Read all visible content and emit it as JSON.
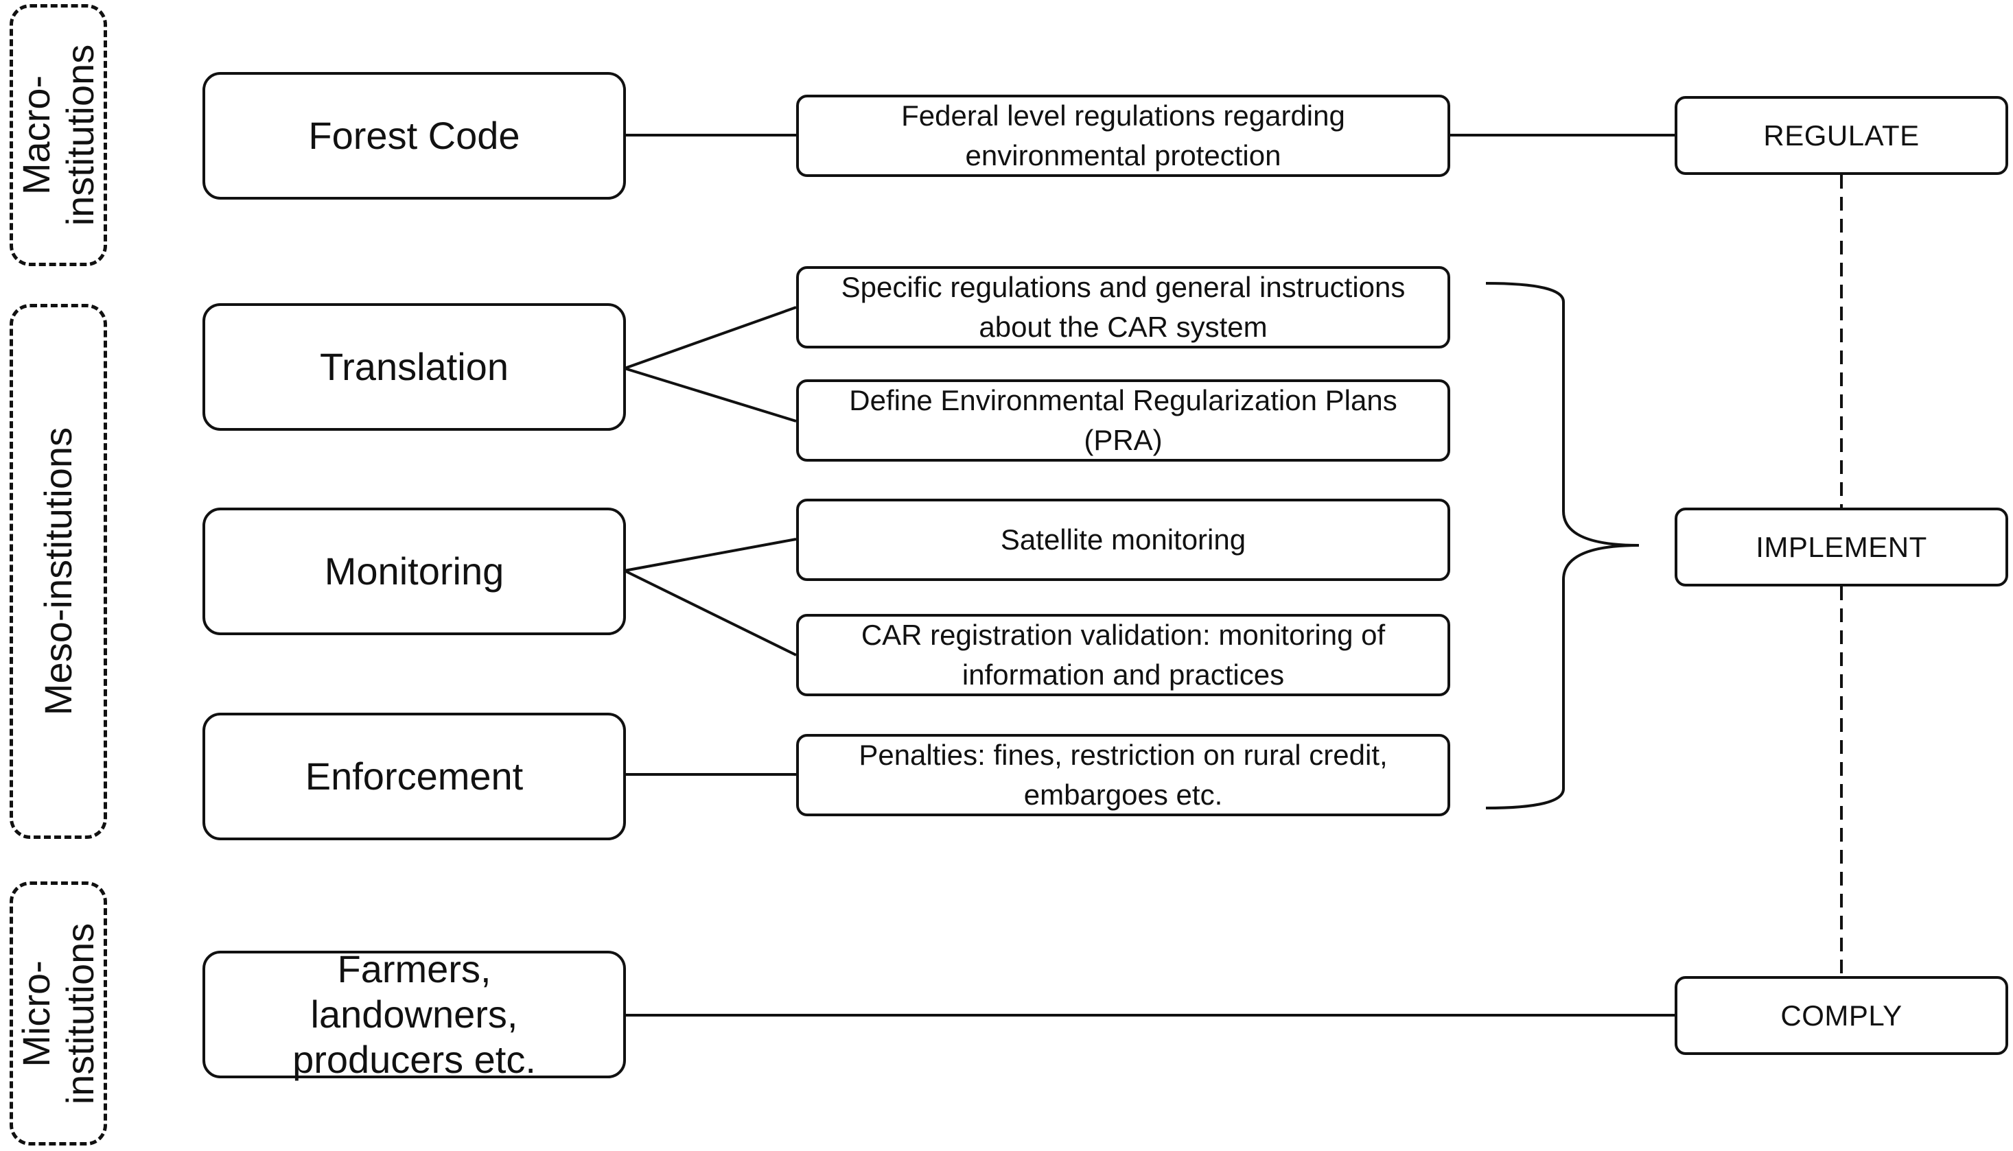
{
  "levels": {
    "macro": "Macro-\ninstitutions",
    "meso": "Meso-institutions",
    "micro": "Micro-\ninstitutions"
  },
  "main": {
    "forest_code": "Forest Code",
    "translation": "Translation",
    "monitoring": "Monitoring",
    "enforcement": "Enforcement",
    "farmers": "Farmers, landowners, producers etc."
  },
  "descriptions": {
    "federal": "Federal level regulations regarding environmental protection",
    "specific": "Specific regulations and general instructions about the CAR system",
    "pra": "Define Environmental Regularization Plans (PRA)",
    "satellite": "Satellite monitoring",
    "car_validation": "CAR registration validation: monitoring of information and practices",
    "penalties": "Penalties: fines, restriction on rural credit, embargoes etc."
  },
  "actions": {
    "regulate": "REGULATE",
    "implement": "IMPLEMENT",
    "comply": "COMPLY"
  }
}
